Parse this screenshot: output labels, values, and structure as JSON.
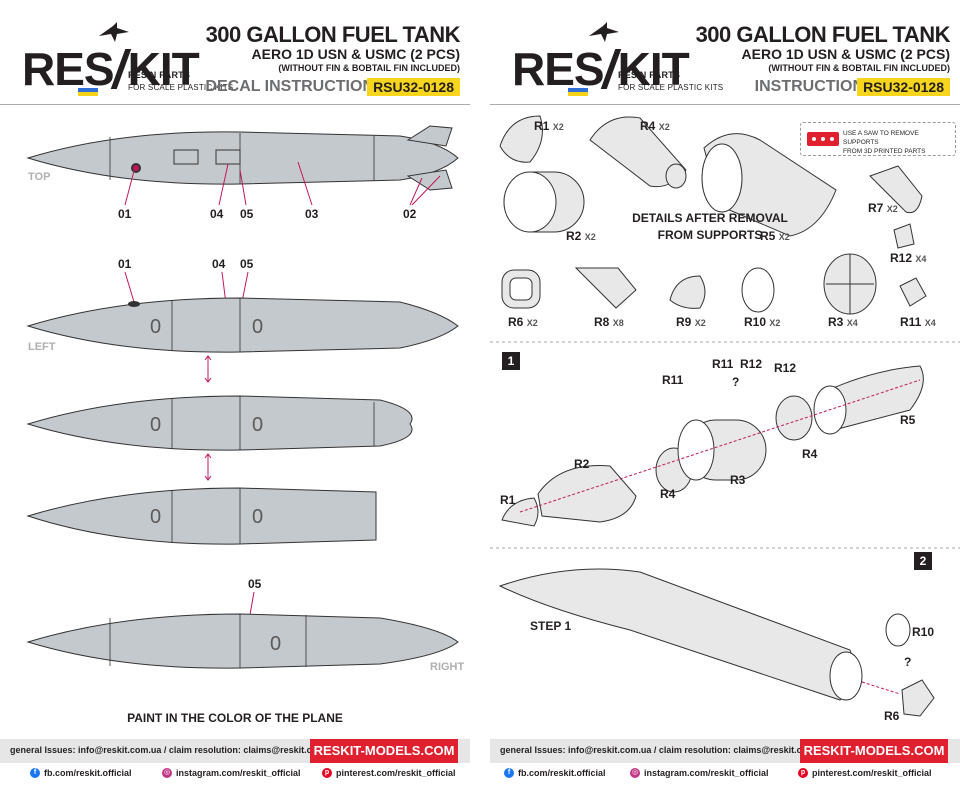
{
  "brand": {
    "logo_left": "RES",
    "logo_right": "KIT",
    "resin": "RESIN PARTS",
    "scale": "FOR SCALE PLASTIC KITS"
  },
  "left": {
    "title": "300 GALLON FUEL TANK",
    "subtitle": "AERO 1D USN & USMC (2 PCS)",
    "note": "(WITHOUT FIN & BOBTAIL FIN INCLUDED)",
    "instruction": "DECAL INSTRUCTION",
    "code": "RSU32-0128",
    "views": {
      "top": "TOP",
      "left": "LEFT",
      "right": "RIGHT"
    },
    "callouts_top": [
      "01",
      "04",
      "05",
      "03",
      "02"
    ],
    "callouts_left": [
      "01",
      "04",
      "05"
    ],
    "callout_right": "05",
    "marking": "0",
    "paint": "PAINT IN THE COLOR OF THE PLANE"
  },
  "right": {
    "title": "300 GALLON FUEL TANK",
    "subtitle": "AERO 1D USN & USMC (2 PCS)",
    "note": "(WITHOUT FIN & BOBTAIL FIN INCLUDED)",
    "instruction": "INSTRUCTION",
    "code": "RSU32-0128",
    "saw_note_1": "USE A SAW TO REMOVE SUPPORTS",
    "saw_note_2": "FROM 3D PRINTED PARTS",
    "details_1": "DETAILS AFTER REMOVAL",
    "details_2": "FROM SUPPORTS",
    "parts": [
      {
        "id": "R1",
        "qty": "X2"
      },
      {
        "id": "R4",
        "qty": "X2"
      },
      {
        "id": "R2",
        "qty": "X2"
      },
      {
        "id": "R5",
        "qty": "X2"
      },
      {
        "id": "R7",
        "qty": "X2"
      },
      {
        "id": "R12",
        "qty": "X4"
      },
      {
        "id": "R6",
        "qty": "X2"
      },
      {
        "id": "R8",
        "qty": "X8"
      },
      {
        "id": "R9",
        "qty": "X2"
      },
      {
        "id": "R10",
        "qty": "X2"
      },
      {
        "id": "R3",
        "qty": "X4"
      },
      {
        "id": "R11",
        "qty": "X4"
      }
    ],
    "step1": "1",
    "step2": "2",
    "step1_labels": [
      "R11",
      "R12",
      "R12",
      "R11",
      "?",
      "R5",
      "R4",
      "R3",
      "R2",
      "R4",
      "R1"
    ],
    "step2_labels": {
      "step": "STEP 1",
      "r10": "R10",
      "q": "?",
      "r6": "R6"
    }
  },
  "footer": {
    "contacts": "general Issues: info@reskit.com.ua / claim resolution: claims@reskit.com.ua",
    "site": "RESKIT-MODELS.COM",
    "fb": "fb.com/reskit.official",
    "ig": "instagram.com/reskit_official",
    "pt": "pinterest.com/reskit_official"
  },
  "colors": {
    "accent_yellow": "#f7d51d",
    "accent_red": "#e0202e",
    "tank_grey": "#c4c9cd",
    "callout": "#c2185b"
  }
}
